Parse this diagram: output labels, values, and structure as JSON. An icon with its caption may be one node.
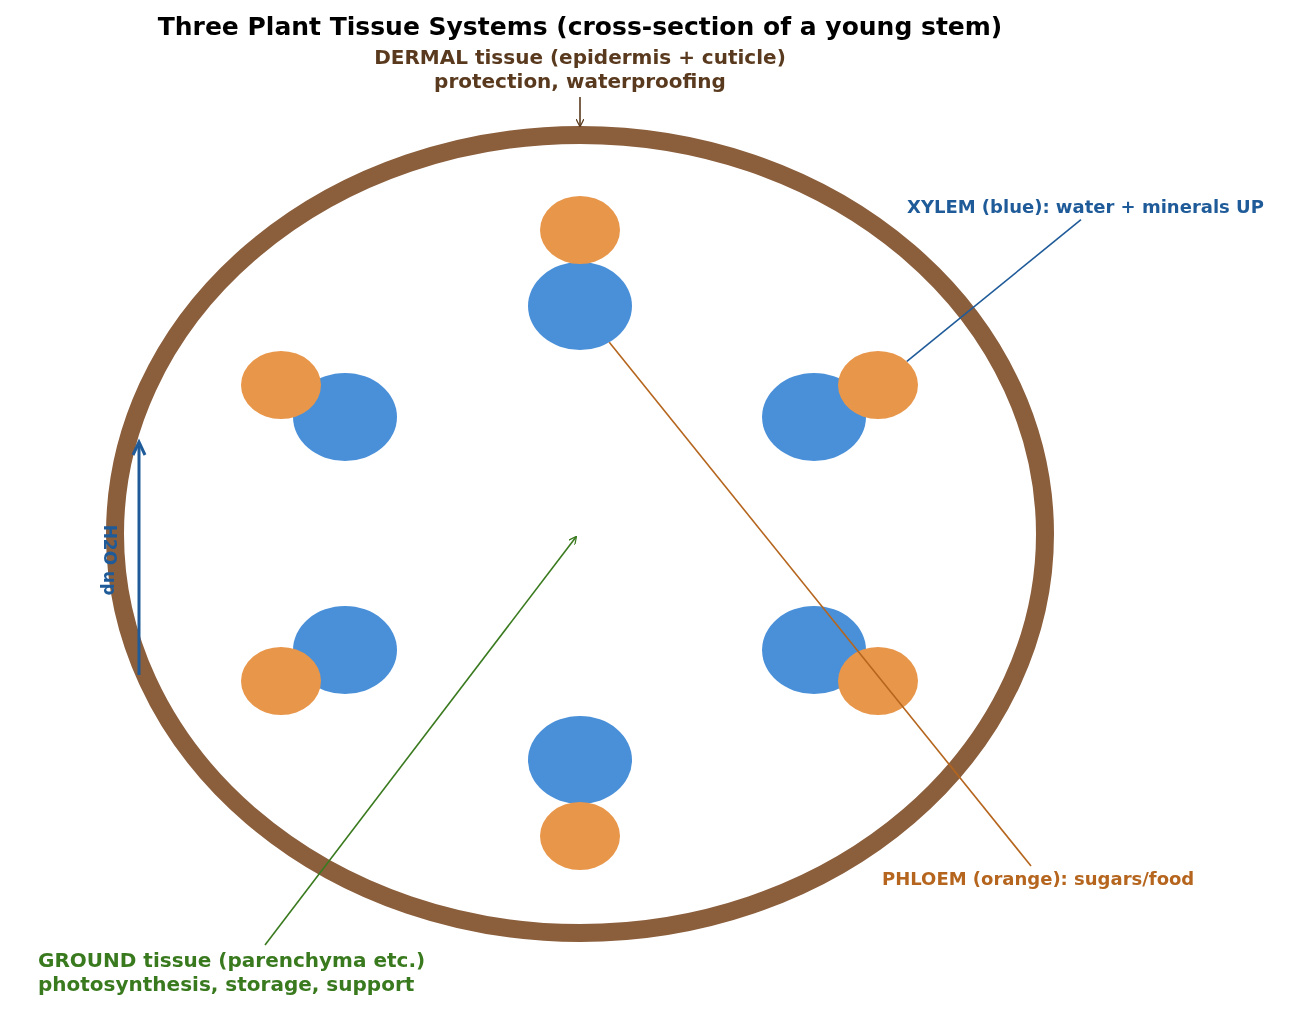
{
  "diagram": {
    "title": "Three Plant Tissue Systems (cross-section of a young stem)",
    "nodes": [
      {
        "text": [
          "DERMAL tissue (epidermis + cuticle) protection, waterproofing"
        ]
      },
      {
        "text": [],
        "shape": "circle"
      },
      {
        "text": [],
        "shape": "circle",
        "in": 1
      },
      {
        "text": [],
        "shape": "circle",
        "in": 1
      },
      {
        "text": [],
        "shape": "circle",
        "in": 1
      },
      {
        "text": [],
        "shape": "circle",
        "in": 1
      },
      {
        "text": [],
        "shape": "circle",
        "in": 1
      },
      {
        "text": [],
        "shape": "circle",
        "in": 1
      },
      {
        "text": [],
        "shape": "circle",
        "in": 1
      },
      {
        "text": [],
        "shape": "circle",
        "in": 1
      },
      {
        "text": [],
        "shape": "circle",
        "in": 1
      },
      {
        "text": [],
        "shape": "circle",
        "in": 1
      },
      {
        "text": [],
        "shape": "circle",
        "in": 1
      },
      {
        "text": [],
        "shape": "circle",
        "in": 1
      },
      {
        "text": [
          "XYLEM (blue): water + minerals UP"
        ]
      },
      {
        "text": [
          "PHLOEM (orange): sugars/food"
        ]
      },
      {
        "text": [
          "GROUND tissue (parenchyma etc.) photosynthesis, storage, support"
        ]
      }
    ],
    "edges": [
      {
        "from": 0,
        "to": 1,
        "arrow": "to",
        "color": "#5a3a1e"
      },
      {
        "from": 14,
        "to": 5,
        "arrow": "none",
        "color": "#1f5b99"
      },
      {
        "from": 15,
        "to": 3,
        "arrow": "none",
        "color": "#b5651d"
      },
      {
        "from": 16,
        "to": null,
        "arrow": "to",
        "color": "#3a7a1f"
      }
    ],
    "labels": [
      "H2O up"
    ]
  }
}
